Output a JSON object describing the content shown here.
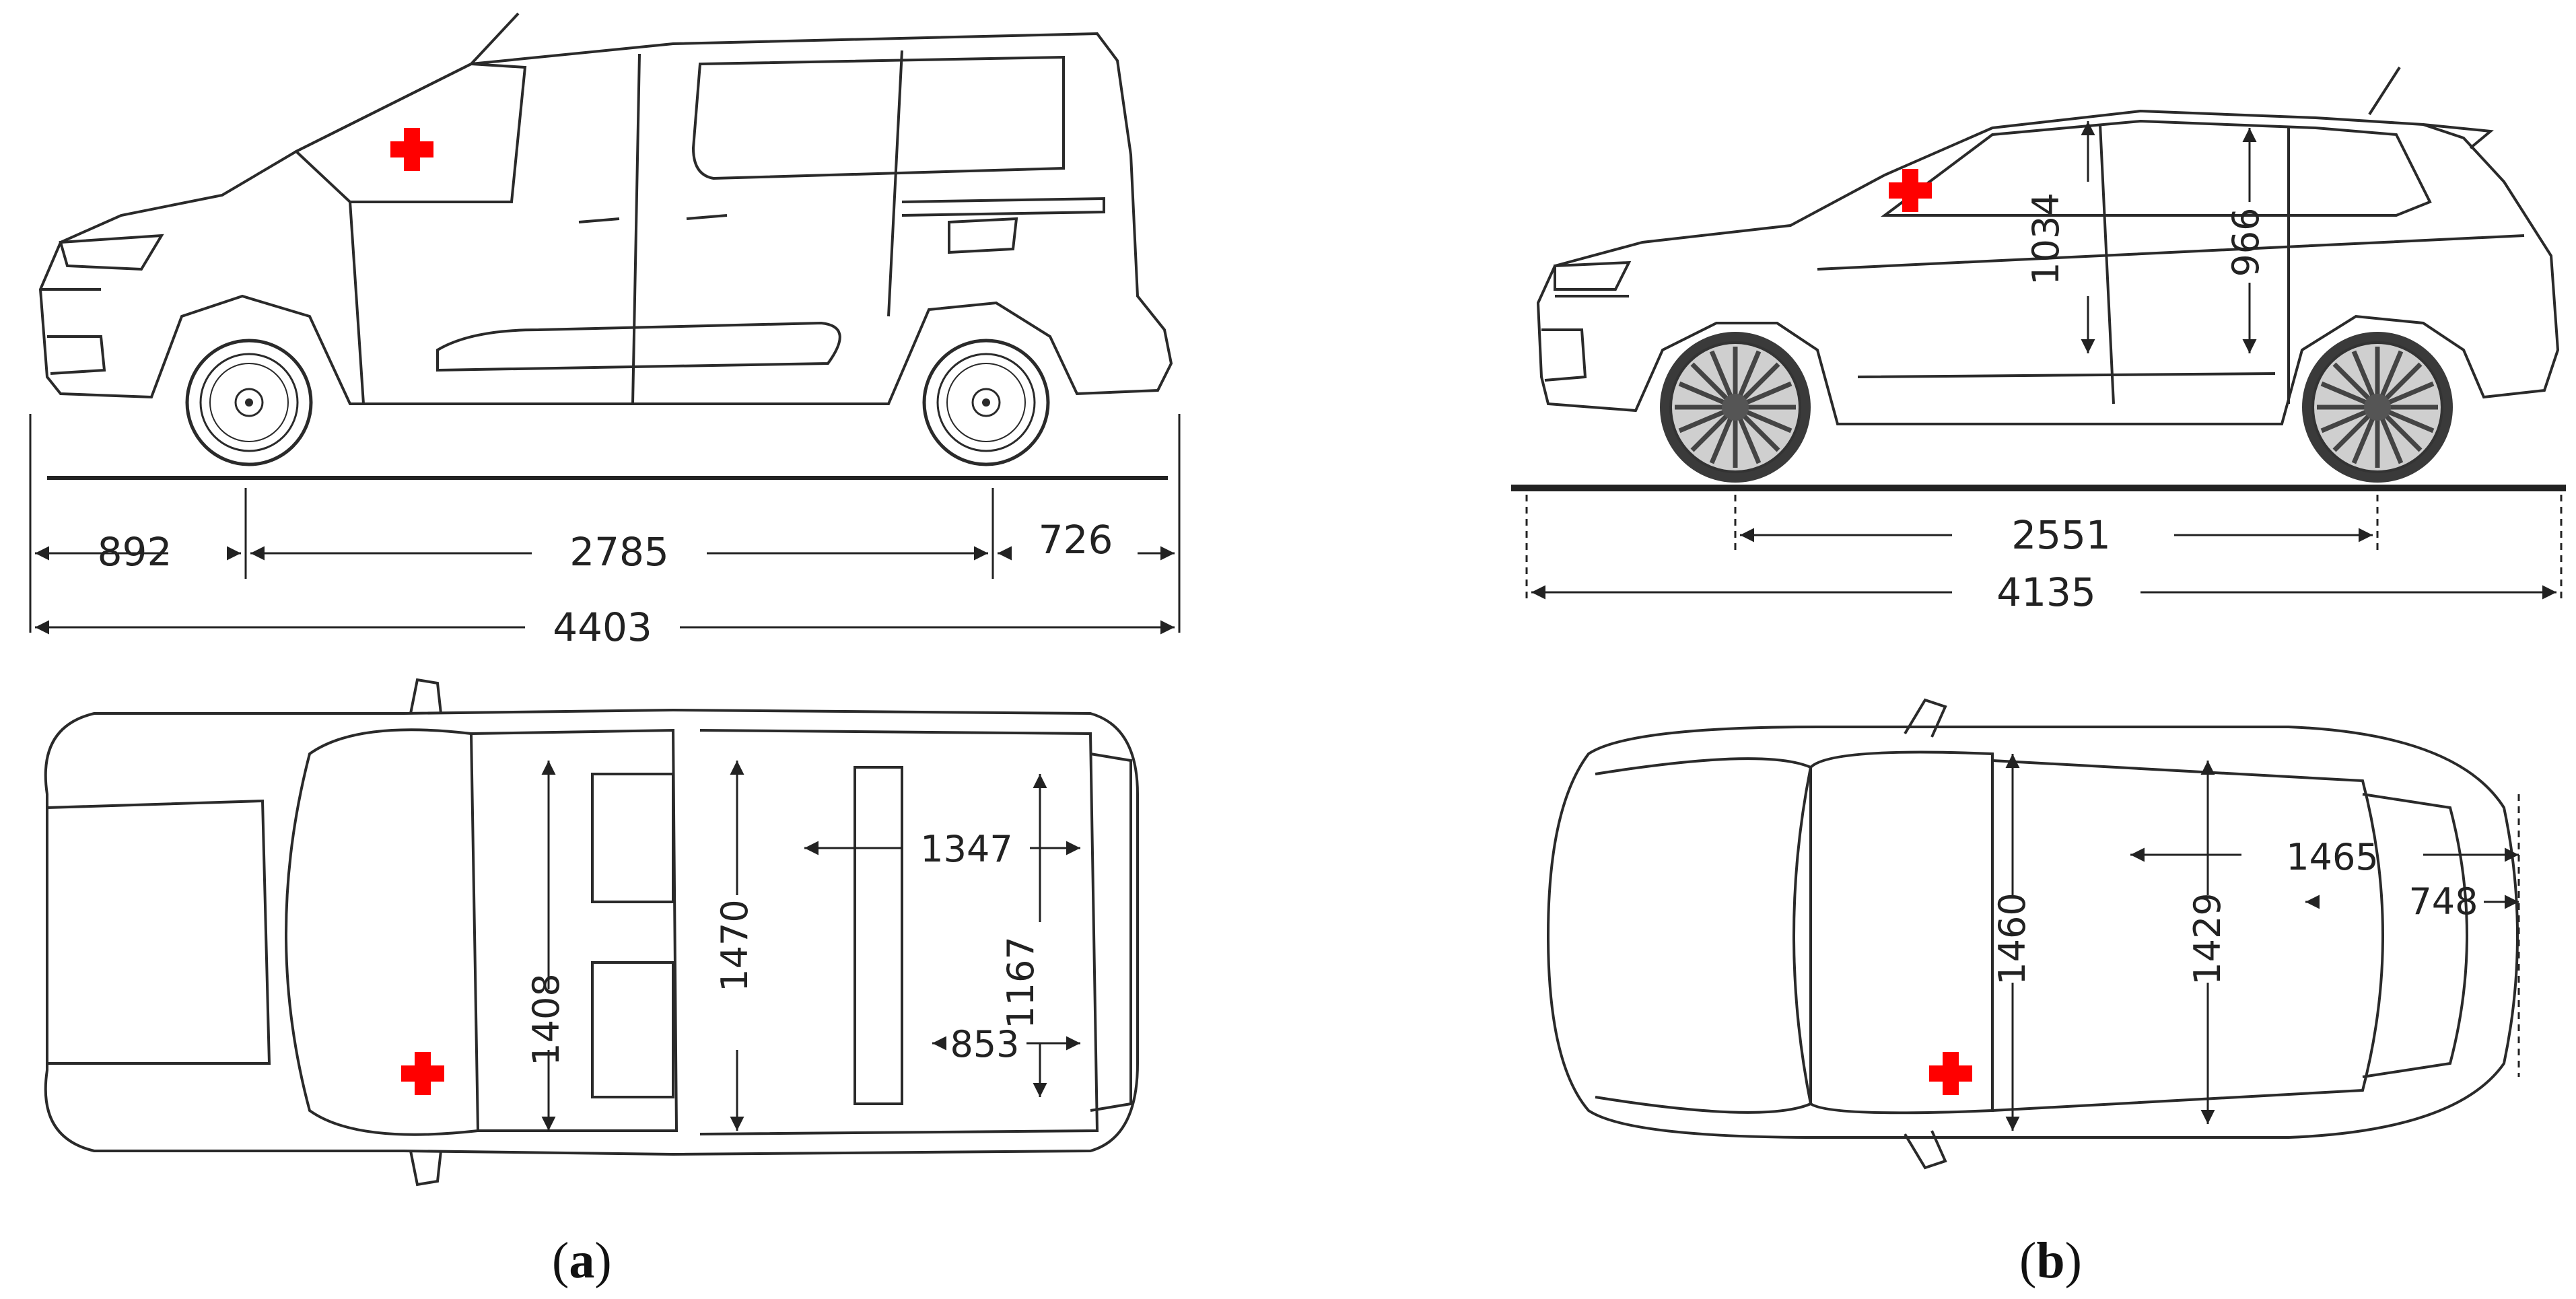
{
  "panels": [
    {
      "label_open": "(",
      "label_letter": "a",
      "label_close": ")",
      "side_dimensions": [
        "892",
        "2785",
        "726",
        "4403"
      ],
      "top_dimensions": [
        "1347",
        "1470",
        "1167",
        "1408",
        "853"
      ]
    },
    {
      "label_open": "(",
      "label_letter": "b",
      "label_close": ")",
      "side_dimensions": [
        "1034",
        "966",
        "2551",
        "4135"
      ],
      "top_dimensions": [
        "1465",
        "748",
        "1460",
        "1429"
      ]
    }
  ],
  "colors": {
    "line": "#2a2a2a",
    "marker": "#ff0000",
    "ground": "#1a1a1a"
  },
  "icons": [
    "red-cross-marker-icon"
  ]
}
